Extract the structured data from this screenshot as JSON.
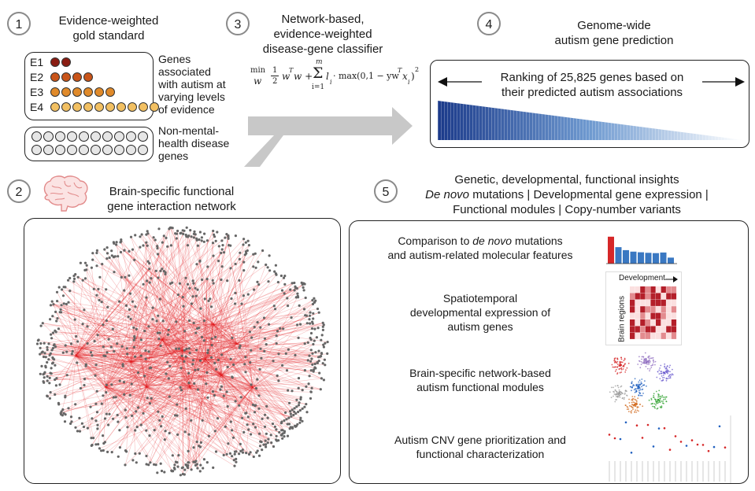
{
  "panel1": {
    "number": "1",
    "title_line1": "Evidence-weighted",
    "title_line2": "gold standard",
    "levels": [
      {
        "label": "E1",
        "count": 2,
        "color": "#8a1c12"
      },
      {
        "label": "E2",
        "count": 4,
        "color": "#c95419"
      },
      {
        "label": "E3",
        "count": 6,
        "color": "#e08a2a"
      },
      {
        "label": "E4",
        "count": 10,
        "color": "#f2c062"
      }
    ],
    "autism_desc": [
      "Genes",
      "associated",
      "with autism at",
      "varying levels",
      "of evidence"
    ],
    "non_mental_desc": [
      "Non-mental-",
      "health disease",
      "genes"
    ]
  },
  "panel2": {
    "number": "2",
    "title_line1": "Brain-specific functional",
    "title_line2": "gene interaction network",
    "brain_icon": "brain-icon"
  },
  "panel3": {
    "number": "3",
    "title_line1": "Network-based,",
    "title_line2": "evidence-weighted",
    "title_line3": "disease-gene classifier",
    "formula": {
      "min": "min",
      "var": "w",
      "half_num": "1",
      "half_den": "2",
      "wtw": "w",
      "wtw_sup": "T",
      "wtw_end": "w +",
      "sum_top": "m",
      "sum_sym": "Σ",
      "sum_bottom": "i=1",
      "rest": "l",
      "rest_sub": "i",
      "rest2": " · max(0,1 − yw",
      "rest_sup": "T",
      "rest3": "x",
      "rest_sub2": "i",
      "rest4": ")",
      "rest_sup2": "2"
    }
  },
  "panel4": {
    "number": "4",
    "title_line1": "Genome-wide",
    "title_line2": "autism gene prediction",
    "ranking_line1": "Ranking of 25,825 genes based on",
    "ranking_line2": "their predicted autism associations"
  },
  "panel5": {
    "number": "5",
    "header_line1": "Genetic, developmental, functional insights",
    "header_line2_italic": "De novo",
    "header_line2_rest": " mutations | Developmental gene expression |",
    "header_line3": "Functional modules | Copy-number variants",
    "insight1_pre": "Comparison to ",
    "insight1_italic": "de novo",
    "insight1_post": " mutations",
    "insight1_line2": "and autism-related molecular features",
    "insight2_line1": "Spatiotemporal",
    "insight2_line2": "developmental expression of",
    "insight2_line3": "autism genes",
    "insight2_dev_label": "Development",
    "insight2_brain_label": "Brain regions",
    "insight3_line1": "Brain-specific network-based",
    "insight3_line2": "autism functional modules",
    "insight4_line1": "Autism CNV gene prioritization and",
    "insight4_line2": "functional characterization",
    "bars": [
      0.9,
      0.55,
      0.45,
      0.4,
      0.38,
      0.36,
      0.35,
      0.37,
      0.2
    ]
  },
  "colors": {
    "arrow_grey": "#c8c8c8",
    "gradient_dark": "#1b3a8a",
    "gradient_light": "#ffffff",
    "network_red": "#e41a1c",
    "node_grey": "#666666"
  }
}
